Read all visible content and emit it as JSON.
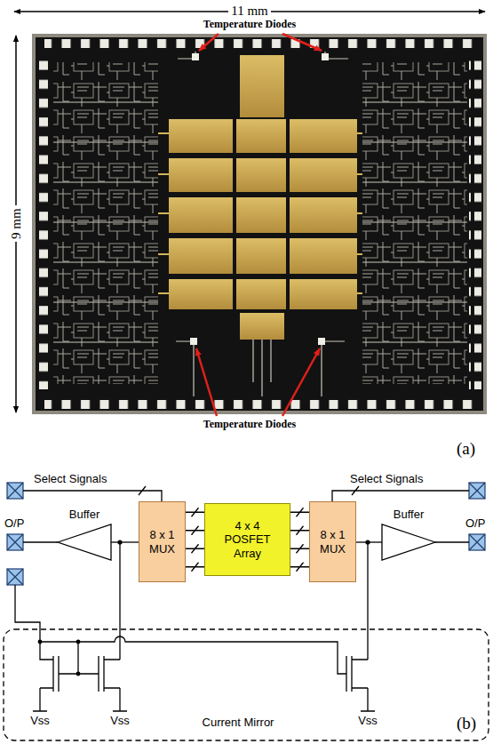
{
  "diagram": {
    "nodes": [
      {
        "text": [
          "Buffer"
        ]
      },
      {
        "text": [
          "8 x 1 MUX"
        ]
      },
      {
        "text": [
          "4 x 4 POSFET Array"
        ]
      },
      {
        "text": [
          "8 x 1 MUX"
        ]
      },
      {
        "text": [
          "Buffer"
        ]
      }
    ],
    "edges": [
      {
        "from": 1,
        "to": 2,
        "arrow": "none"
      },
      {
        "from": 2,
        "to": 3,
        "arrow": "none"
      },
      {
        "from": 1,
        "to": 0,
        "arrow": "none"
      },
      {
        "from": 3,
        "to": 4,
        "arrow": "none"
      }
    ],
    "labels": [
      "11 mm",
      "9 mm",
      "Temperature Diodes",
      "Temperature Diodes",
      "(a)",
      "Select Signals",
      "Select Signals",
      "O/P",
      "O/P",
      "Vss",
      "Vss",
      "Vss",
      "Current Mirror",
      "(b)"
    ]
  }
}
